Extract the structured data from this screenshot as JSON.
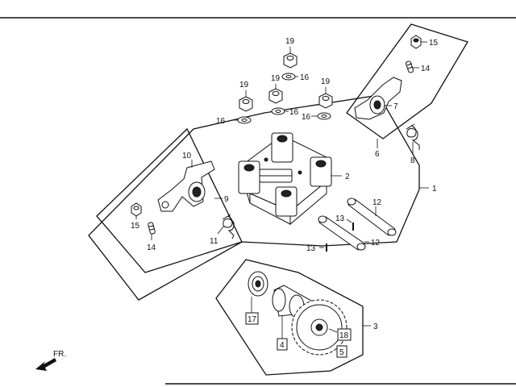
{
  "callouts": {
    "c1": "1",
    "c2": "2",
    "c3": "3",
    "c4": "4",
    "c5": "5",
    "c6": "6",
    "c7": "7",
    "c8": "8",
    "c9": "9",
    "c10": "10",
    "c11": "11",
    "c12a": "12",
    "c12b": "12",
    "c13a": "13",
    "c13b": "13",
    "c14a": "14",
    "c14b": "14",
    "c15a": "15",
    "c15b": "15",
    "c16a": "16",
    "c16b": "16",
    "c16c": "16",
    "c16d": "16",
    "c17": "17",
    "c18": "18",
    "c19a": "19",
    "c19b": "19",
    "c19c": "19",
    "c19d": "19"
  },
  "direction_label": "FR."
}
